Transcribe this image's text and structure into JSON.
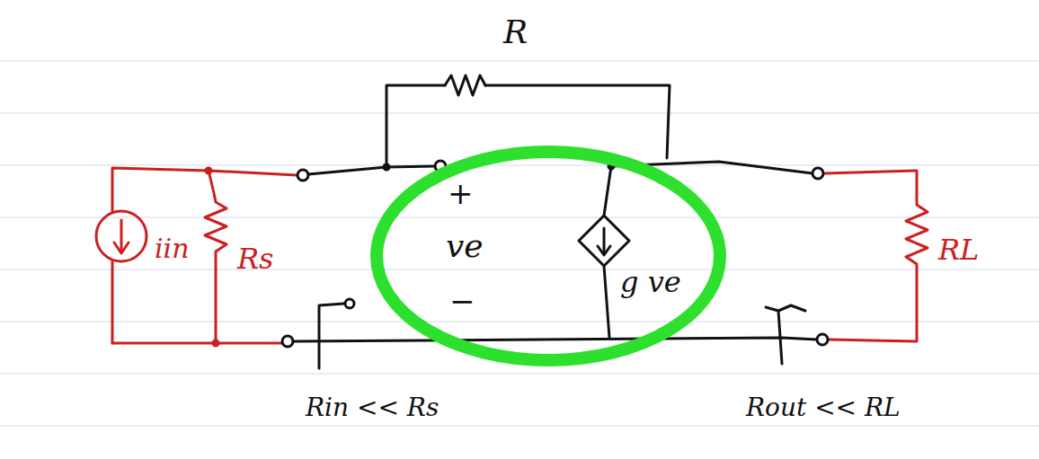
{
  "diagram": {
    "nodes": [
      {
        "text": [
          "+",
          "ve",
          "−",
          "g ve"
        ]
      }
    ],
    "labels": [
      "R",
      "iin",
      "Rs",
      "RL",
      "Rin << Rs",
      "Rout << RL"
    ]
  }
}
